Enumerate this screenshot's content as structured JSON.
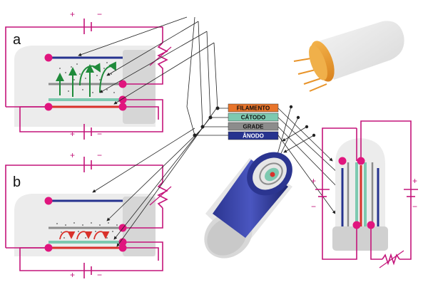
{
  "panels": {
    "a": {
      "label": "a"
    },
    "b": {
      "label": "b"
    }
  },
  "legend": [
    {
      "label": "FILAMENTO",
      "color": "#e8742a"
    },
    {
      "label": "CÁTODO",
      "color": "#7dc9b0"
    },
    {
      "label": "GRADE",
      "color": "#8c8c8c"
    },
    {
      "label": "ÂNODO",
      "color": "#26338f"
    }
  ],
  "polarity": {
    "plus": "+",
    "minus": "−"
  },
  "colors": {
    "circuit": "#c4147a",
    "node": "#e0157e",
    "anode": "#26338f",
    "grid": "#8c8c8c",
    "cathode": "#7dc9b0",
    "filament": "#d9312b",
    "electron_up": "#1f8a3a",
    "electron_back": "#d9312b",
    "tube_orange": "#e8942a"
  }
}
